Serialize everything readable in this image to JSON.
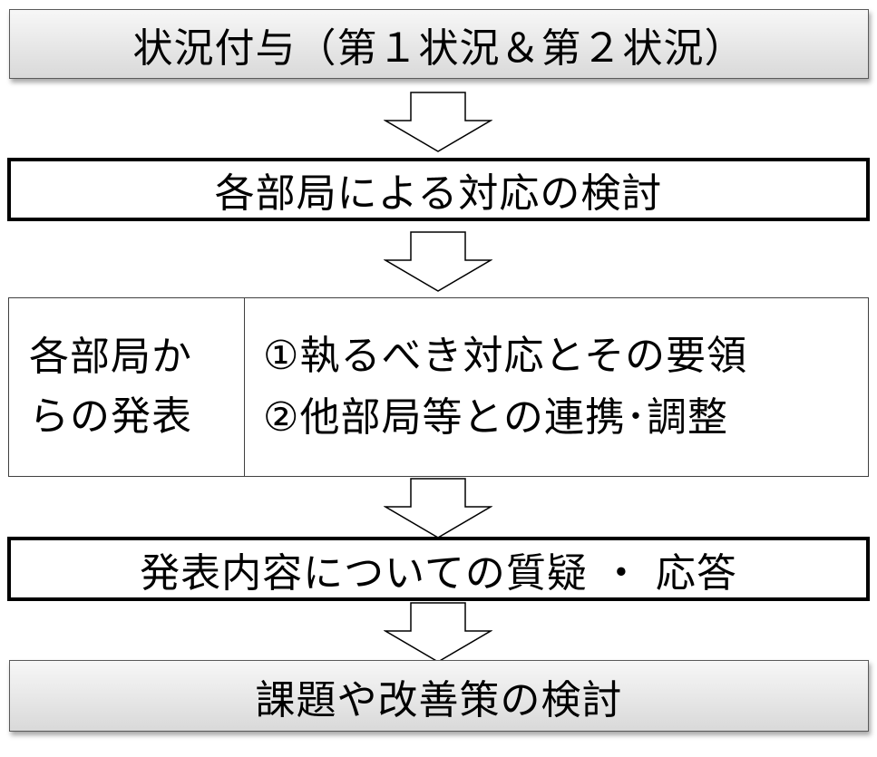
{
  "steps": {
    "situation": "状況付与（第１状況＆第２状況）",
    "review": "各部局による対応の検討",
    "presentation": {
      "label_line1": "各部局か",
      "label_line2": "らの発表",
      "item1": "①執るべき対応とその要領",
      "item2": "②他部局等との連携･調整"
    },
    "qa": "発表内容についての質疑 ・ 応答",
    "issues": "課題や改善策の検討"
  },
  "colors": {
    "gray_box_top": "#f7f7f7",
    "gray_box_bottom": "#d9d9d9",
    "border": "#000000"
  }
}
